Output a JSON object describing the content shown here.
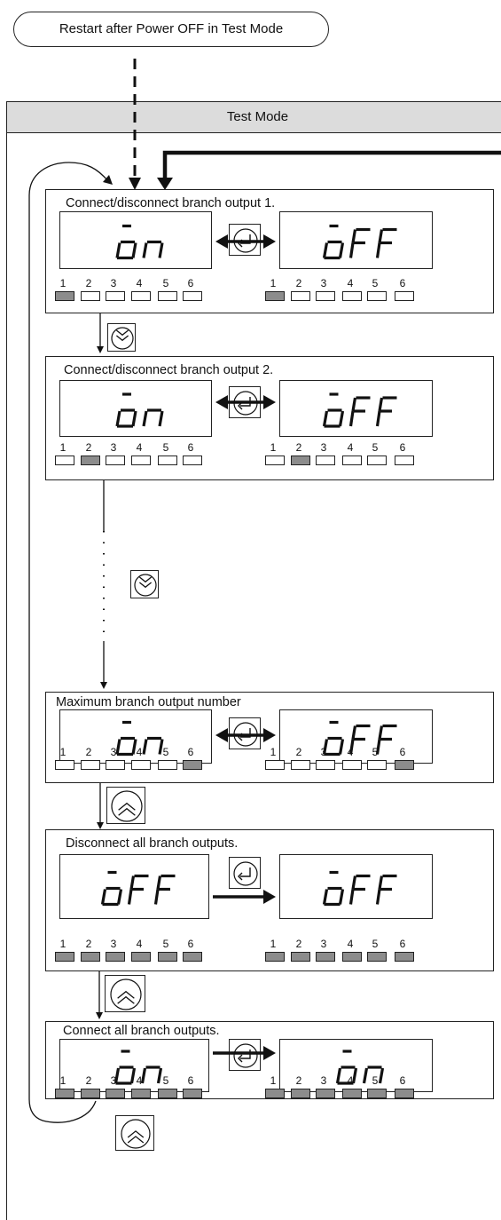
{
  "start_label": "Restart after Power OFF in Test Mode",
  "mode_title": "Test Mode",
  "led_numbers": [
    "1",
    "2",
    "3",
    "4",
    "5",
    "6"
  ],
  "steps": [
    {
      "title": "Connect/disconnect branch output 1.",
      "left": {
        "text": "on",
        "leds": [
          1,
          0,
          0,
          0,
          0,
          0
        ]
      },
      "right": {
        "text": "oFF",
        "leds": [
          1,
          0,
          0,
          0,
          0,
          0
        ]
      },
      "arrow": "bidirectional"
    },
    {
      "title": "Connect/disconnect branch output 2.",
      "left": {
        "text": "on",
        "leds": [
          0,
          1,
          0,
          0,
          0,
          0
        ]
      },
      "right": {
        "text": "oFF",
        "leds": [
          0,
          1,
          0,
          0,
          0,
          0
        ]
      },
      "arrow": "bidirectional"
    },
    {
      "title": "Maximum branch output number",
      "left": {
        "text": "on",
        "leds": [
          0,
          0,
          0,
          0,
          0,
          1
        ]
      },
      "right": {
        "text": "oFF",
        "leds": [
          0,
          0,
          0,
          0,
          0,
          1
        ]
      },
      "arrow": "bidirectional"
    },
    {
      "title": "Disconnect all branch outputs.",
      "left": {
        "text": "oFF",
        "leds": [
          1,
          1,
          1,
          1,
          1,
          1
        ]
      },
      "right": {
        "text": "oFF",
        "leds": [
          1,
          1,
          1,
          1,
          1,
          1
        ]
      },
      "arrow": "forward"
    },
    {
      "title": "Connect all branch outputs.",
      "left": {
        "text": "on",
        "leds": [
          1,
          1,
          1,
          1,
          1,
          1
        ]
      },
      "right": {
        "text": "on",
        "leds": [
          1,
          1,
          1,
          1,
          1,
          1
        ]
      },
      "arrow": "forward"
    }
  ],
  "keys": {
    "enter": "enter-key",
    "down": "down-key",
    "up": "up-key"
  }
}
